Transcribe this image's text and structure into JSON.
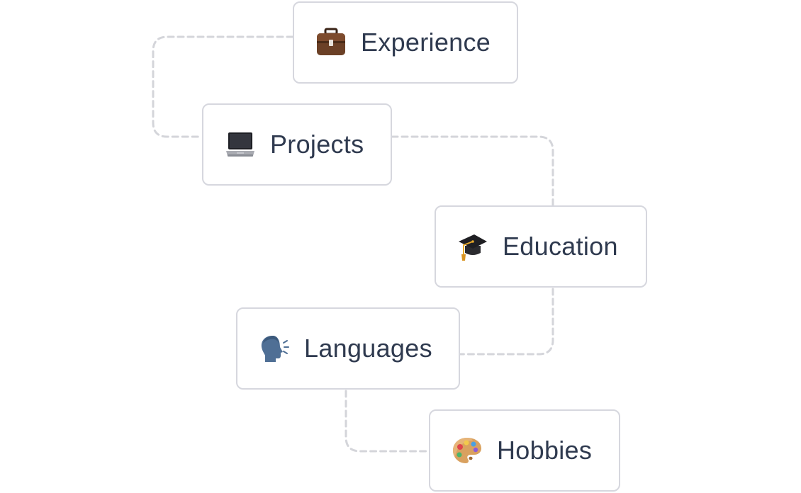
{
  "nodes": [
    {
      "id": "experience",
      "label": "Experience",
      "icon": "briefcase-icon"
    },
    {
      "id": "projects",
      "label": "Projects",
      "icon": "laptop-icon"
    },
    {
      "id": "education",
      "label": "Education",
      "icon": "graduation-cap-icon"
    },
    {
      "id": "languages",
      "label": "Languages",
      "icon": "speaking-head-icon"
    },
    {
      "id": "hobbies",
      "label": "Hobbies",
      "icon": "artist-palette-icon"
    }
  ],
  "edges": [
    {
      "from": "experience",
      "to": "projects"
    },
    {
      "from": "projects",
      "to": "education"
    },
    {
      "from": "education",
      "to": "languages"
    },
    {
      "from": "languages",
      "to": "hobbies"
    }
  ],
  "colors": {
    "text": "#2f3a4f",
    "border": "#d6d7de",
    "connector": "#d4d5da",
    "background": "#ffffff"
  }
}
